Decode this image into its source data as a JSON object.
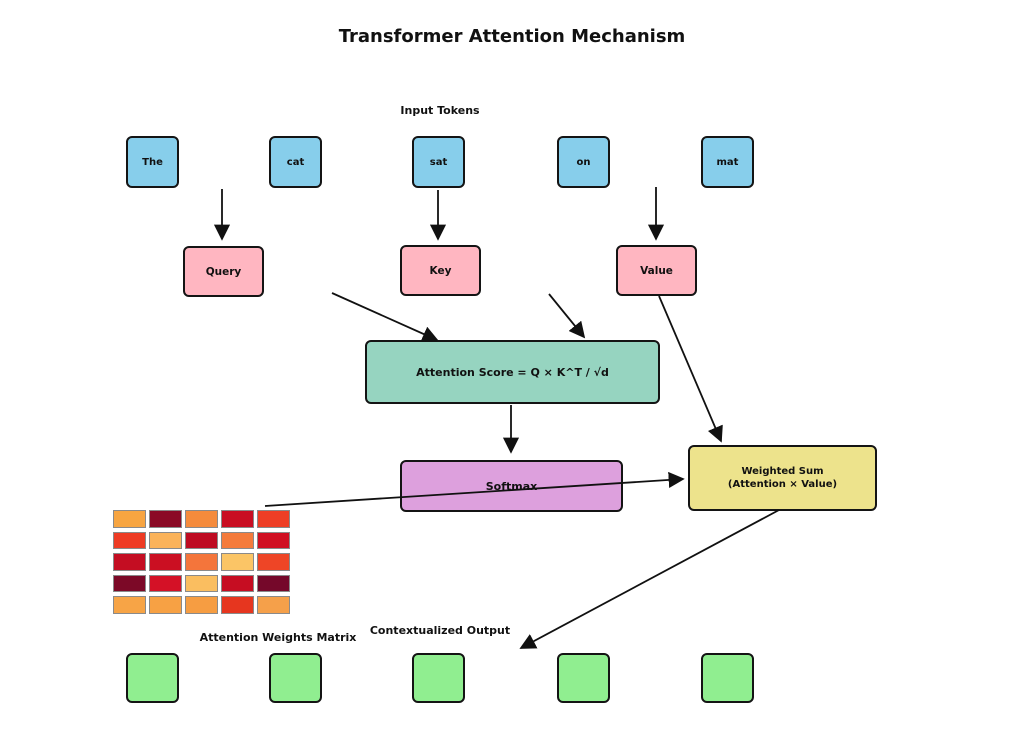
{
  "title": "Transformer Attention Mechanism",
  "labels": {
    "input_tokens": "Input Tokens",
    "attention_matrix": "Attention Weights Matrix",
    "contextualized_output": "Contextualized Output"
  },
  "tokens": [
    "The",
    "cat",
    "sat",
    "on",
    "mat"
  ],
  "qkv": {
    "query": "Query",
    "key": "Key",
    "value": "Value"
  },
  "attention_score_label": "Attention Score = Q × K^T / √d",
  "softmax_label": "Softmax",
  "weighted_sum": {
    "line1": "Weighted Sum",
    "line2": "(Attention × Value)"
  },
  "output_boxes_count": 5,
  "colors": {
    "token_fill": "#87CEEB",
    "qkv_fill": "#FFB6C1",
    "attention_fill": "#96D4C0",
    "softmax_fill": "#DDA0DD",
    "weighted_sum_fill": "#EDE38C",
    "output_fill": "#90EE90",
    "border": "#141414",
    "arrow": "#111111"
  },
  "matrix": {
    "rows": 5,
    "cols": 5,
    "cell_colors": [
      [
        "#F7A541",
        "#8B0A26",
        "#F58B3C",
        "#C90E22",
        "#EE3E25"
      ],
      [
        "#EE3B24",
        "#FBB35A",
        "#BE0B22",
        "#F47B3C",
        "#D01022"
      ],
      [
        "#C40D22",
        "#CB0F22",
        "#F4753B",
        "#FBC566",
        "#EE4526"
      ],
      [
        "#7C0927",
        "#D41126",
        "#FABE60",
        "#C60D22",
        "#75082A"
      ],
      [
        "#F7A446",
        "#F7A144",
        "#F69D42",
        "#E6361F",
        "#F5A04A"
      ]
    ]
  }
}
